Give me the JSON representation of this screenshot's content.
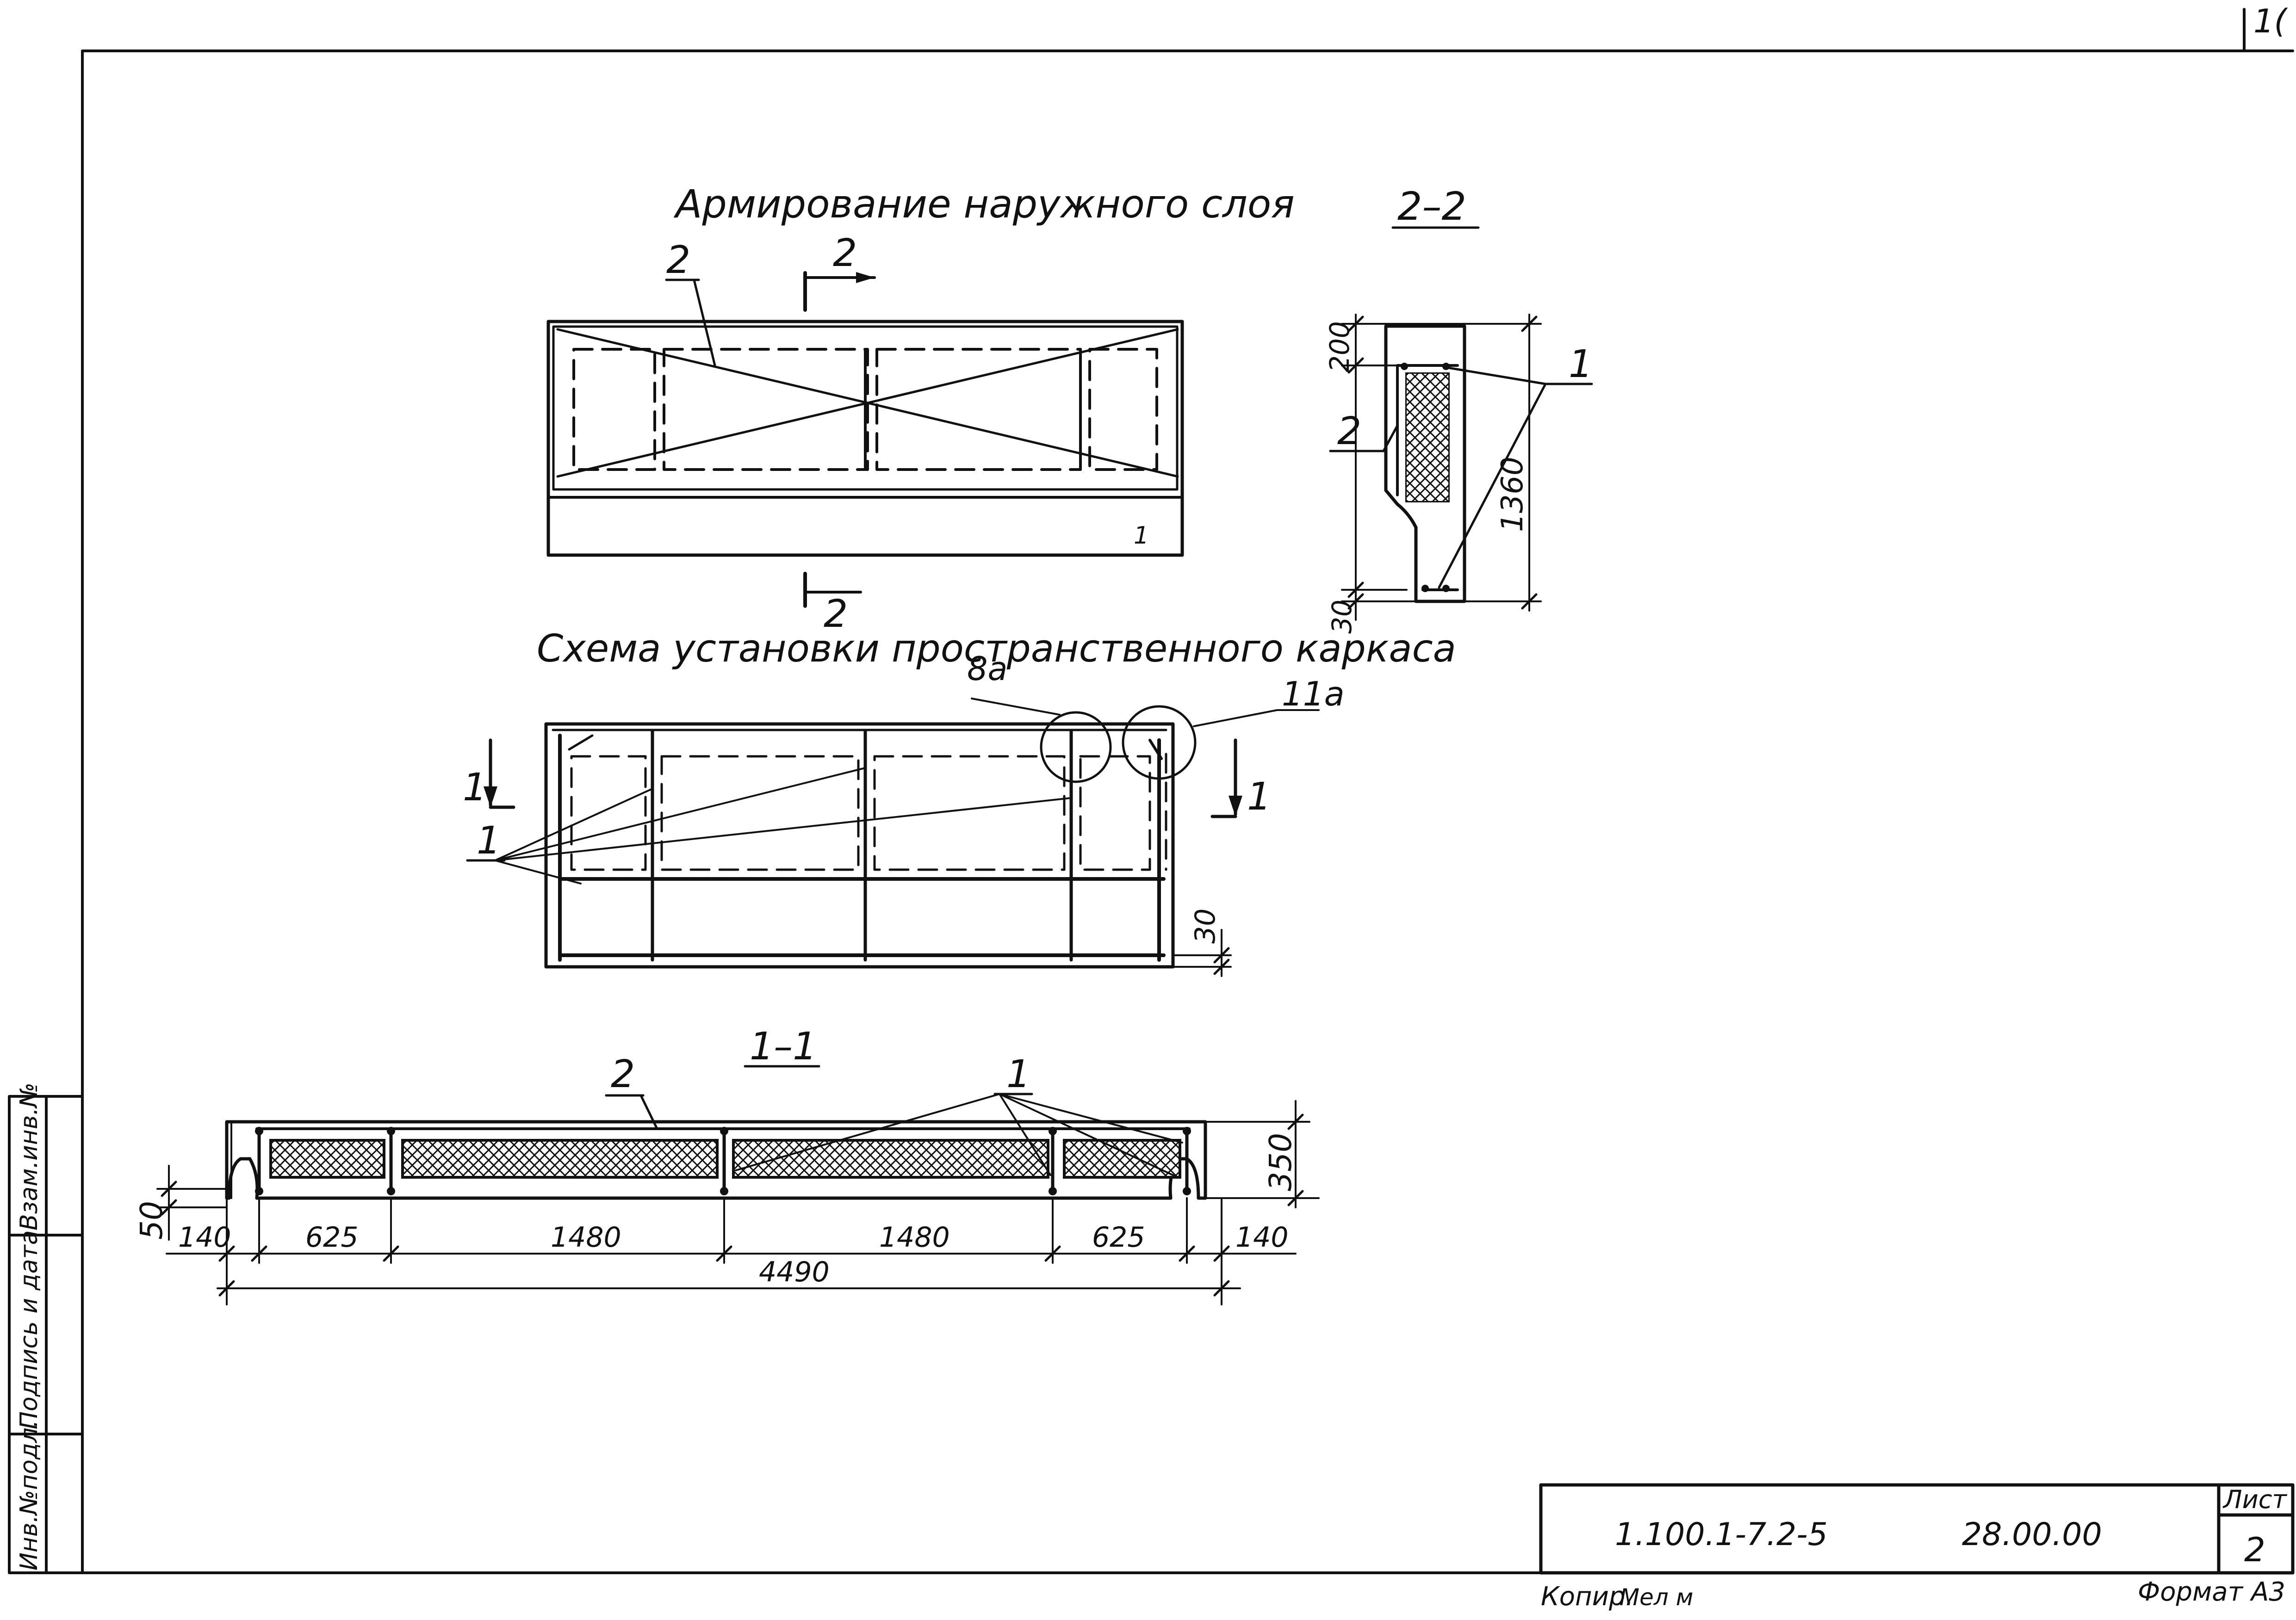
{
  "corner_mark": "1(",
  "titles": {
    "outer_layer": "Армирование наружного слоя",
    "section_2_2": "2–2",
    "frame_scheme": "Схема установки пространственного каркаса",
    "section_1_1": "1–1"
  },
  "outer_layer_view": {
    "mark_2": "2",
    "cut_top": "2",
    "cut_bottom": "2",
    "corner_mark": "1"
  },
  "section_2_2_view": {
    "dim_200": "200",
    "dim_1360": "1360",
    "dim_30": "30",
    "mark_1": "1",
    "mark_2": "2"
  },
  "frame_view": {
    "node_8a": "8а",
    "node_11a": "11а",
    "cut_left": "1",
    "cut_right": "1",
    "mark_1": "1",
    "dim_30": "30"
  },
  "section_1_1_view": {
    "mark_2": "2",
    "mark_1": "1",
    "dim_350": "350",
    "dim_50": "50",
    "dims": [
      "140",
      "625",
      "1480",
      "1480",
      "625",
      "140"
    ],
    "dim_total": "4490"
  },
  "side_stamp": {
    "col1": "Инв.№подл.",
    "col2": "Подпись и дата",
    "col3": "Взам.инв.№"
  },
  "title_block": {
    "doc_code": "1.100.1-7.2-5",
    "doc_number": "28.00.00",
    "sheet_label": "Лист",
    "sheet_number": "2"
  },
  "footer": {
    "copied": "Копир.",
    "copied_sign": "Мел м",
    "format": "Формат А3"
  }
}
